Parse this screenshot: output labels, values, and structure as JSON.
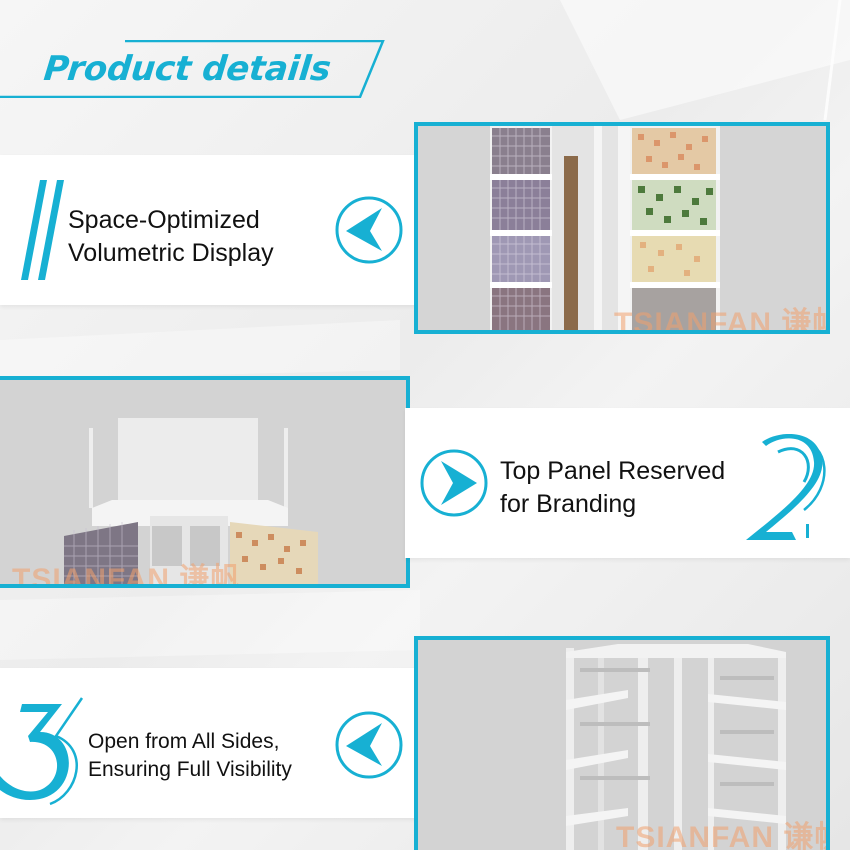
{
  "header": {
    "title": "Product details"
  },
  "features": [
    {
      "number": "1",
      "line1": "Space-Optimized",
      "line2": "Volumetric Display",
      "arrow_direction": "left"
    },
    {
      "number": "2",
      "line1": "Top Panel Reserved",
      "line2": "for Branding",
      "arrow_direction": "right"
    },
    {
      "number": "3",
      "line1": "Open from All Sides,",
      "line2": "Ensuring Full Visibility",
      "arrow_direction": "left"
    }
  ],
  "images": [
    {
      "alt": "Mosaic tile display rack with tile sample panels",
      "watermark": "TSIANFAN 谦帆"
    },
    {
      "alt": "Top branding panel of display rack",
      "watermark": "TSIANFAN 谦帆"
    },
    {
      "alt": "Open frame structure of display rack",
      "watermark": "TSIANFAN 谦帆"
    }
  ],
  "colors": {
    "accent": "#17b0d3",
    "text": "#111111",
    "photo_bg": "#d4d4d4",
    "watermark": "#f0a06e"
  }
}
